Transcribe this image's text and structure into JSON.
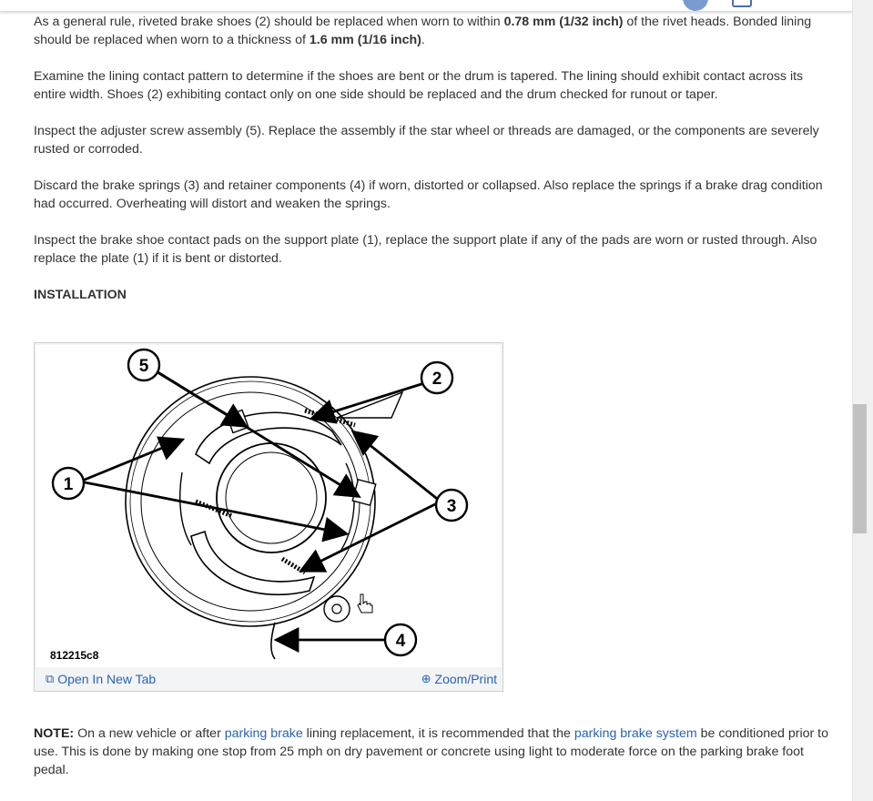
{
  "paragraphs": {
    "p1": {
      "t1": " As a general rule, riveted brake shoes (2) should be replaced when worn to within ",
      "b1": "0.78 mm (1/32 inch)",
      "t2": " of the rivet heads. Bonded lining should be replaced when worn to a thickness of ",
      "b2": "1.6 mm (1/16 inch)",
      "t3": "."
    },
    "p2": " Examine the lining contact pattern to determine if the shoes are bent or the drum is tapered. The lining should exhibit contact across its entire width. Shoes (2) exhibiting contact only on one side should be replaced and the drum checked for runout or taper.",
    "p3": " Inspect the adjuster screw assembly (5). Replace the assembly if the star wheel or threads are damaged, or the components are severely rusted or corroded.",
    "p4": " Discard the brake springs (3) and retainer components (4) if worn, distorted or collapsed. Also replace the springs if a brake drag condition had occurred. Overheating will distort and weaken the springs.",
    "p5": " Inspect the brake shoe contact pads on the support plate (1), replace the support plate if any of the pads are worn or rusted through. Also replace the plate (1) if it is bent or distorted."
  },
  "section_title": "INSTALLATION",
  "figure": {
    "callouts": [
      "5",
      "2",
      "1",
      "3",
      "4"
    ],
    "code": "812215c8",
    "open_new_tab": "Open In New Tab",
    "zoom_print": "Zoom/Print"
  },
  "note": {
    "label": "NOTE:",
    "t1": " On a new vehicle or after ",
    "link1": "parking brake",
    "t2": " lining replacement, it is recommended that the ",
    "link2": "parking brake system",
    "t3": " be conditioned prior to use. This is done by making one stop from 25 mph on dry pavement or concrete using light to moderate force on the parking brake foot pedal."
  },
  "colors": {
    "link": "#2a63b2",
    "text": "#333333"
  },
  "icons": [
    "open-new-tab-icon",
    "zoom-icon",
    "hand-cursor-icon"
  ]
}
